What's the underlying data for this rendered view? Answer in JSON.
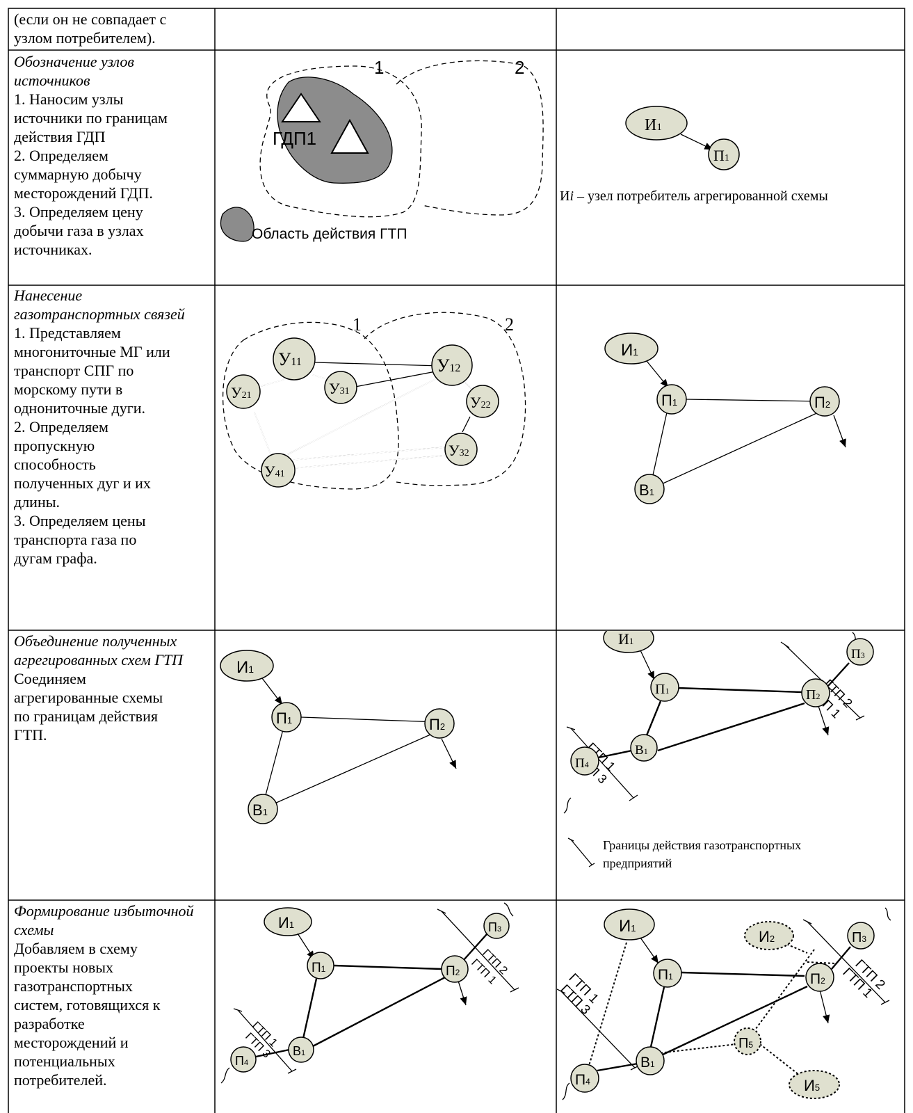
{
  "rows": [
    {
      "lines": [
        "(если он не совпадает с",
        "узлом потребителем)."
      ]
    },
    {
      "title": "Обозначение узлов источников",
      "lines": [
        "1. Наносим узлы",
        "источники по границам",
        "действия ГДП",
        "2. Определяем",
        "суммарную добычу",
        "месторождений ГДП.",
        "3. Определяем цену",
        "добычи газа в узлах",
        "источниках."
      ],
      "diagram": {
        "area1": "1",
        "area2": "2",
        "gdp_label": "ГДП1",
        "legend": "Область действия ГТП"
      },
      "agg": {
        "source": "И",
        "source_sub": "1",
        "consumer": "П",
        "consumer_sub": "1",
        "note_a": "И",
        "note_i": "i",
        "note_b": " – узел потребитель агрегированной схемы"
      }
    },
    {
      "title": "Нанесение газотранспортных связей",
      "lines": [
        "1. Представляем",
        "многониточные МГ или",
        "транспорт СПГ по",
        "морскому пути в",
        "однониточные дуги.",
        "2. Определяем",
        "пропускную",
        "способность",
        "полученных дуг и их",
        "длины.",
        "3. Определяем цены",
        "транспорта газа по",
        "дугам графа."
      ],
      "diagram": {
        "area1": "1",
        "area2": "2",
        "u": "У",
        "u11": "11",
        "u21": "21",
        "u31": "31",
        "u12": "12",
        "u22": "22",
        "u32": "32",
        "u41": "41"
      },
      "agg": {
        "i1": "И",
        "p": "П",
        "b": "В",
        "s1": "1",
        "s2": "2"
      }
    },
    {
      "title": "Объединение полученных агрегированных схем ГТП",
      "lines": [
        "Соединяем",
        "агрегированные схемы",
        "по границам действия",
        "ГТП."
      ],
      "right": {
        "gtp1": "ГТП 1",
        "gtp2": "ГТП 2",
        "gtp3": "ГТП 3",
        "s3": "3",
        "s4": "4",
        "legend": "Границы действия газотранспортных",
        "legend2": "предприятий"
      }
    },
    {
      "title": "Формирование избыточной схемы",
      "lines": [
        "Добавляем в схему",
        "проекты новых",
        "газотранспортных",
        "систем, готовящихся к",
        "разработке",
        "месторождений и",
        "потенциальных",
        "потребителей."
      ],
      "right": {
        "s5": "5"
      }
    }
  ],
  "colors": {
    "node_fill": "#dfe0cf",
    "gdp_fill": "#8c8c8c"
  }
}
